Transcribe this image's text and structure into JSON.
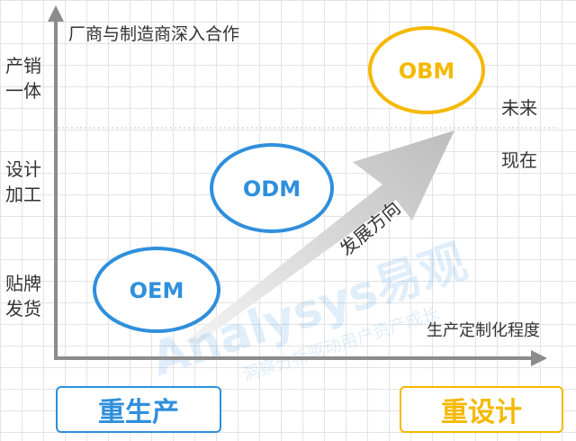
{
  "y_axis_title": "厂商与制造商深入合作",
  "x_axis_title": "生产定制化程度",
  "y_levels": [
    {
      "line1": "产销",
      "line2": "一体"
    },
    {
      "line1": "设计",
      "line2": "加工"
    },
    {
      "line1": "贴牌",
      "line2": "发货"
    }
  ],
  "time_labels": {
    "future": "未来",
    "now": "现在"
  },
  "models": [
    {
      "label": "OEM",
      "color": "#2f8fdc"
    },
    {
      "label": "ODM",
      "color": "#2f8fdc"
    },
    {
      "label": "OBM",
      "color": "#f5b800"
    }
  ],
  "arrow_label": "发展方向",
  "watermark": {
    "main": "Analysys易观",
    "sub": "洞察分析驱动用户资产成长"
  },
  "bottom": {
    "left": {
      "label": "重生产",
      "color": "#2f8fdc"
    },
    "right": {
      "label": "重设计",
      "color": "#f5b800"
    }
  }
}
